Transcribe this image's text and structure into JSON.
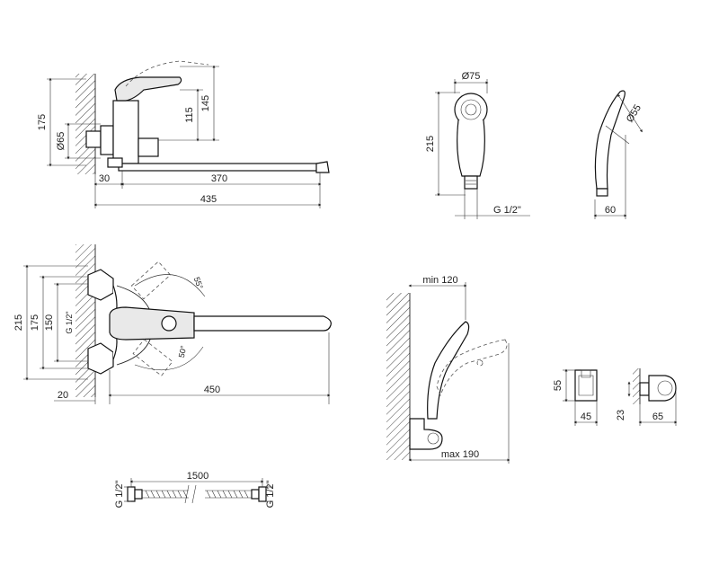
{
  "side_view": {
    "dims": {
      "height_175": "175",
      "diameter_65": "Ø65",
      "height_115": "115",
      "height_145": "145",
      "offset_30": "30",
      "spout_370": "370",
      "total_435": "435"
    }
  },
  "hand_shower": {
    "dims": {
      "diameter_75": "Ø75",
      "height_215": "215",
      "thread": "G 1/2\"",
      "diameter_55": "Ø55",
      "depth_60": "60"
    }
  },
  "top_view": {
    "dims": {
      "height_215": "215",
      "height_175": "175",
      "height_150": "150",
      "thread": "G 1/2\"",
      "angle_55": "55°",
      "angle_50": "50°",
      "offset_20": "20",
      "length_450": "450"
    }
  },
  "wall_holder_view": {
    "dims": {
      "min_120": "min 120",
      "max_190": "max 190"
    }
  },
  "holder_detail": {
    "dims": {
      "height_55": "55",
      "width_45": "45",
      "offset_23": "23",
      "width_65": "65"
    }
  },
  "hose": {
    "dims": {
      "length_1500": "1500",
      "thread_left": "G 1/2\"",
      "thread_right": "G 1/2\""
    }
  }
}
